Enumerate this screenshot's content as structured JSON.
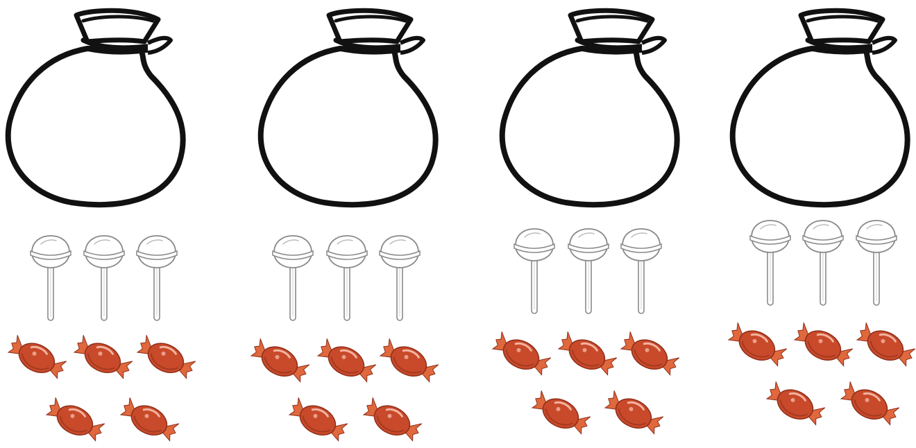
{
  "groups": [
    {
      "bag": "sack-icon",
      "lollipops": 3,
      "candies": 5
    },
    {
      "bag": "sack-icon",
      "lollipops": 3,
      "candies": 5
    },
    {
      "bag": "sack-icon",
      "lollipops": 3,
      "candies": 5
    },
    {
      "bag": "sack-icon",
      "lollipops": 3,
      "candies": 5
    }
  ],
  "icons": {
    "bag": "sack-icon",
    "lollipop": "lollipop-icon",
    "candy": "wrapped-candy-icon"
  },
  "colors": {
    "outline": "#111111",
    "lollipop_outline": "#8a8a8a",
    "candy_body": "#c84a2a",
    "candy_dark": "#8e2e1a",
    "candy_highlight": "#f3b3a0",
    "candy_wrapper": "#e0683d"
  }
}
